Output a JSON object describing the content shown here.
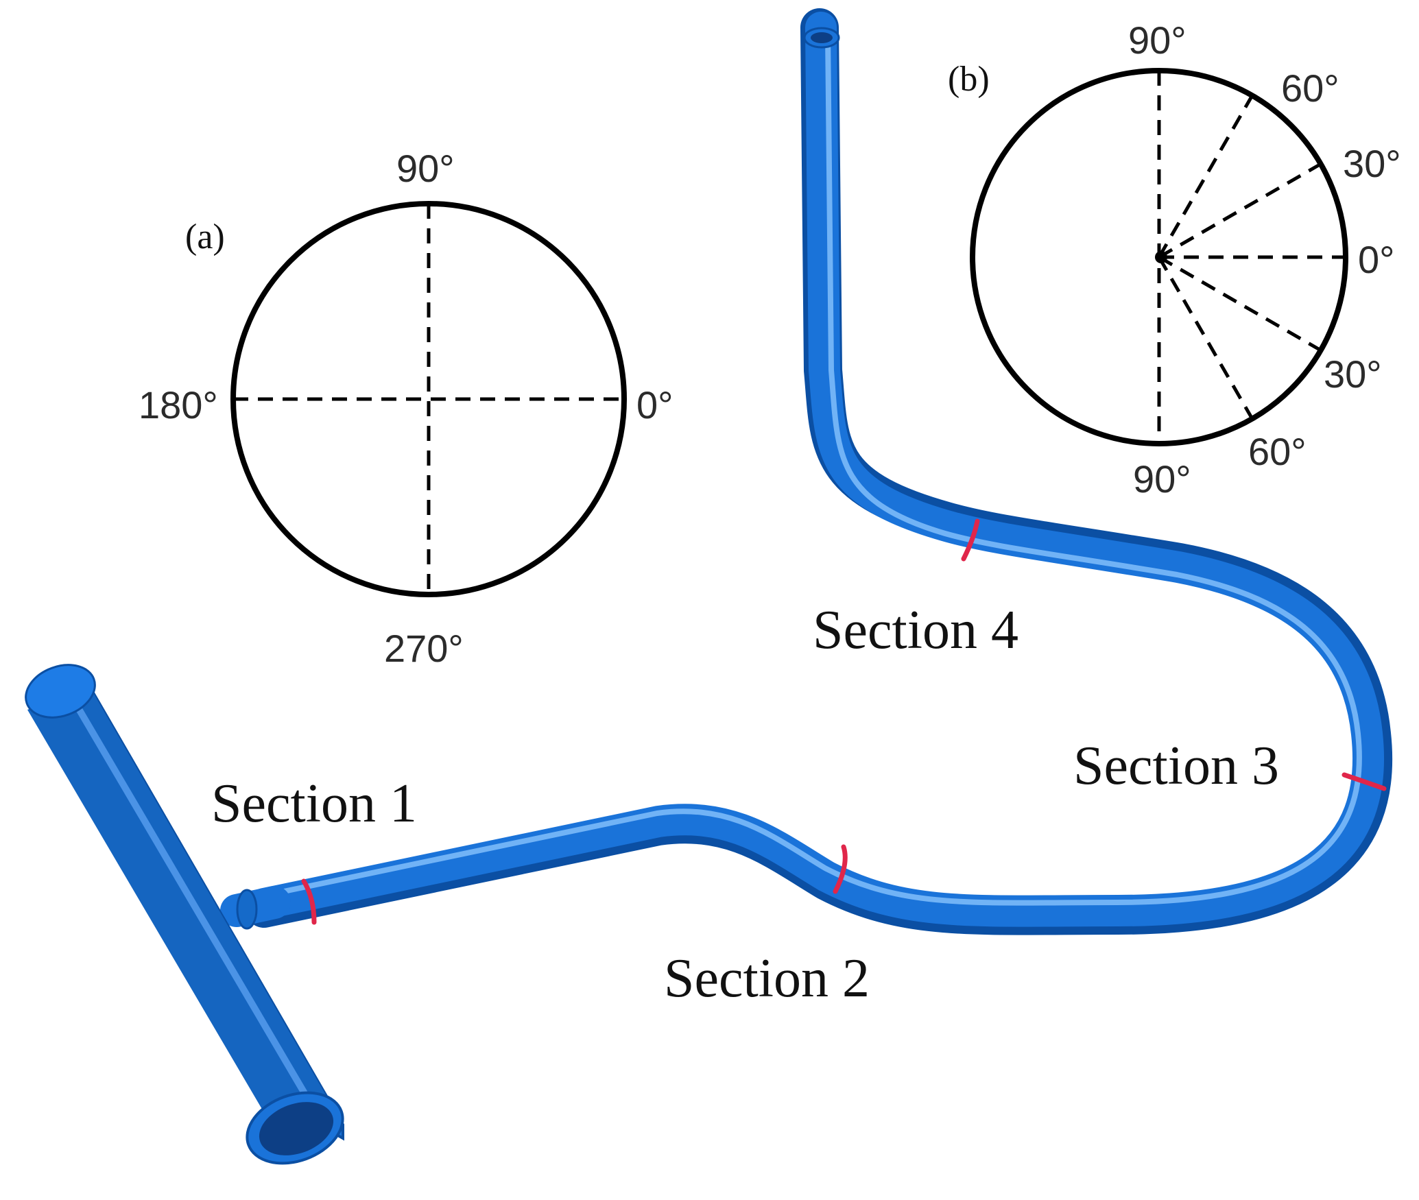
{
  "colors": {
    "pipe": "#1a73d9",
    "pipe_shadow": "#0b4fa3",
    "pipe_highlight": "#8fc8ff",
    "section_marker": "#e0264a",
    "line": "#000000"
  },
  "panel_a": {
    "label": "(a)",
    "angles": {
      "top": "90°",
      "left": "180°",
      "right": "0°",
      "bottom": "270°"
    }
  },
  "panel_b": {
    "label": "(b)",
    "angles": {
      "top": "90°",
      "upper_60": "60°",
      "upper_30": "30°",
      "right": "0°",
      "lower_30": "30°",
      "lower_60": "60°",
      "bottom": "90°"
    }
  },
  "sections": {
    "s1": "Section 1",
    "s2": "Section 2",
    "s3": "Section 3",
    "s4": "Section 4"
  }
}
